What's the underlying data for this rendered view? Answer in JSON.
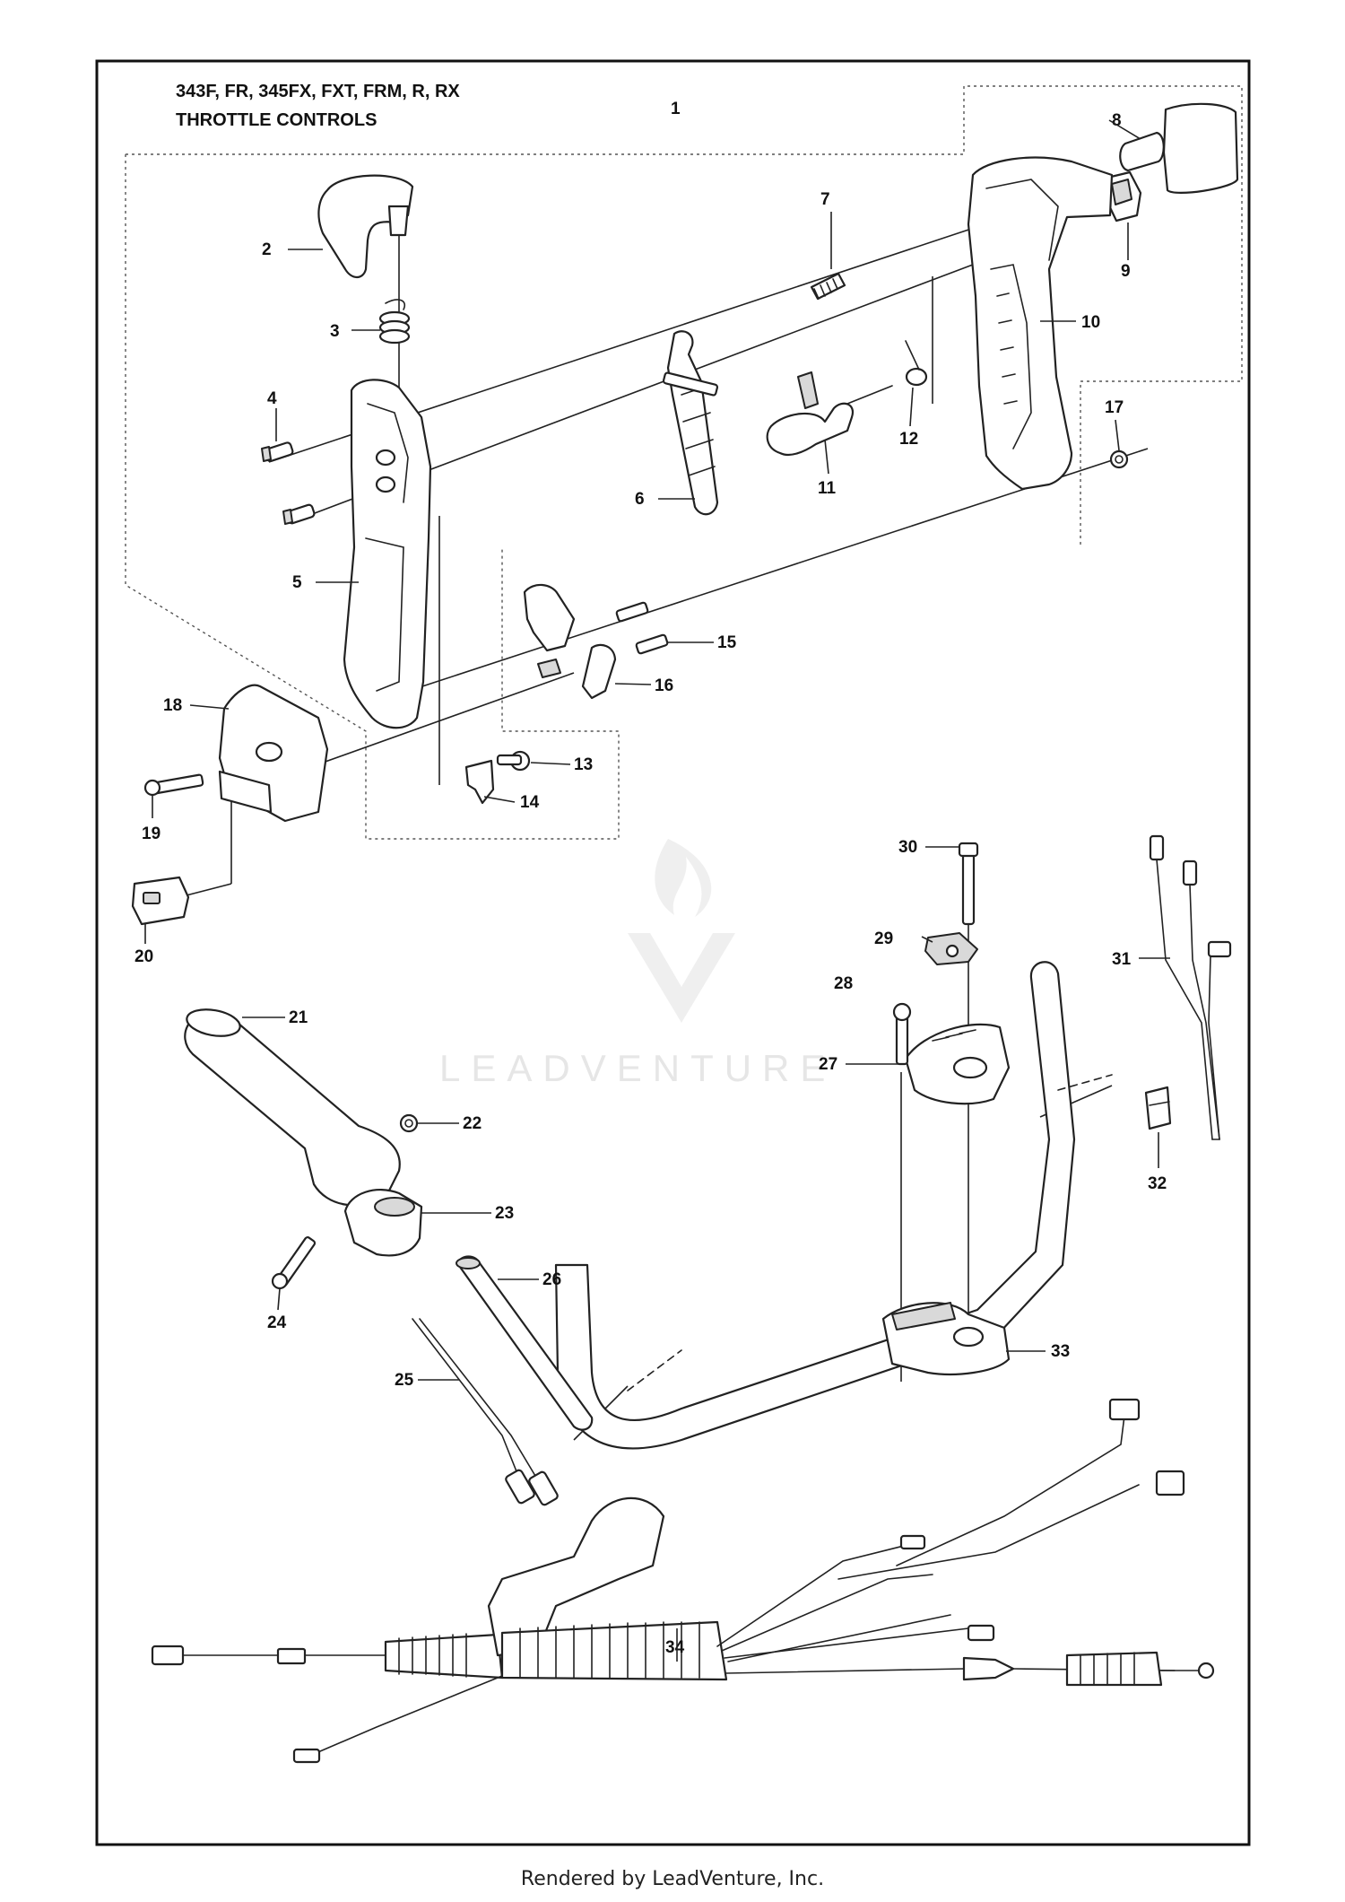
{
  "header": {
    "models": "343F, FR, 345FX, FXT, FRM, R, RX",
    "section": "THROTTLE CONTROLS"
  },
  "watermark": "LEADVENTURE",
  "footer": "Rendered by LeadVenture, Inc.",
  "callouts": [
    "1",
    "2",
    "3",
    "4",
    "5",
    "6",
    "7",
    "8",
    "9",
    "10",
    "11",
    "12",
    "13",
    "14",
    "15",
    "16",
    "17",
    "18",
    "19",
    "20",
    "21",
    "22",
    "23",
    "24",
    "25",
    "26",
    "27",
    "28",
    "29",
    "30",
    "31",
    "32",
    "33",
    "34"
  ]
}
